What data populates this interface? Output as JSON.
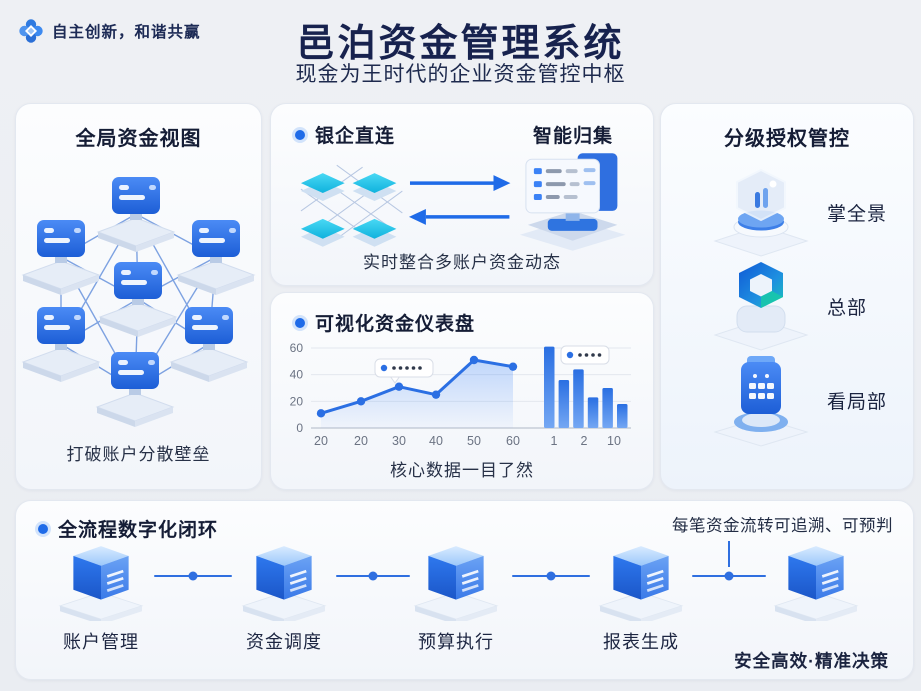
{
  "brand": {
    "slogan": "自主创新，和谐共赢",
    "logo_color": "#2f7ae0"
  },
  "header": {
    "title": "邑泊资金管理系统",
    "subtitle": "现金为王时代的企业资金管控中枢"
  },
  "colors": {
    "accent": "#1f6be8",
    "title_text": "#17224e",
    "cyan_tile": "#23c5e8",
    "connector": "#2f6fe0"
  },
  "panels": {
    "global_view": {
      "title": "全局资金视图",
      "caption": "打破账户分散壁垒"
    },
    "bank_link": {
      "title_left": "银企直连",
      "title_right": "智能归集",
      "caption": "实时整合多账户资金动态"
    },
    "dashboard": {
      "title": "可视化资金仪表盘",
      "caption": "核心数据一目了然"
    },
    "authorization": {
      "title": "分级授权管控",
      "items": [
        {
          "label": "掌全景",
          "icon": "podium-avatar-icon"
        },
        {
          "label": "总部",
          "icon": "hex-ring-icon"
        },
        {
          "label": "看局部",
          "icon": "device-grid-icon"
        }
      ]
    },
    "process": {
      "title": "全流程数字化闭环",
      "note": "每笔资金流转可追溯、可预判",
      "footer": "安全高效·精准决策",
      "steps": [
        "账户管理",
        "资金调度",
        "预算执行",
        "报表生成"
      ]
    }
  },
  "chart_data": {
    "type": "line+bar",
    "title": "可视化资金仪表盘",
    "grid": true,
    "yticks": [
      0,
      20,
      40,
      60
    ],
    "ylim": [
      0,
      65
    ],
    "line": {
      "x_labels": [
        "20",
        "20",
        "30",
        "40",
        "50",
        "60"
      ],
      "values": [
        11,
        20,
        31,
        25,
        51,
        46
      ],
      "tooltip_dots": 5
    },
    "bars": {
      "group_labels": [
        "1",
        "2",
        "10"
      ],
      "values": [
        61,
        36,
        44,
        23,
        30,
        18
      ],
      "tooltip_dots": 4
    },
    "colors": {
      "line": "#2b6fe3",
      "bar_top": "#2a6fe2",
      "bar_bottom": "#74a7f3",
      "area": "#3b82f6"
    }
  }
}
